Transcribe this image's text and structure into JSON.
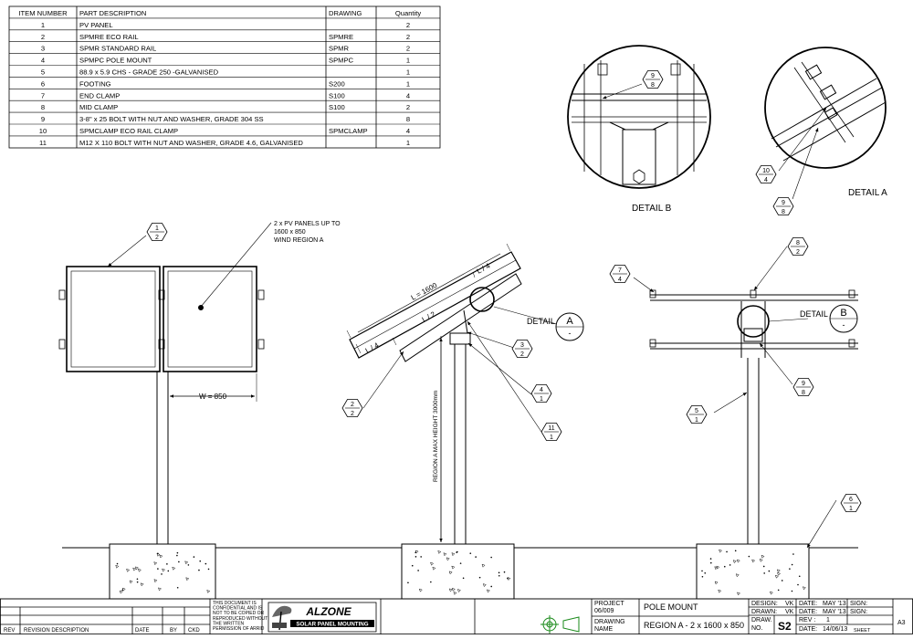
{
  "bom": {
    "headers": [
      "ITEM NUMBER",
      "PART DESCRIPTION",
      "DRAWING",
      "Quantity"
    ],
    "rows": [
      {
        "item": "1",
        "desc": "PV PANEL",
        "drawing": "",
        "qty": "2"
      },
      {
        "item": "2",
        "desc": "SPMRE ECO RAIL",
        "drawing": "SPMRE",
        "qty": "2"
      },
      {
        "item": "3",
        "desc": "SPMR STANDARD RAIL",
        "drawing": "SPMR",
        "qty": "2"
      },
      {
        "item": "4",
        "desc": "SPMPC POLE MOUNT",
        "drawing": "SPMPC",
        "qty": "1"
      },
      {
        "item": "5",
        "desc": "88.9 x 5.9 CHS - GRADE 250 -GALVANISED",
        "drawing": "",
        "qty": "1"
      },
      {
        "item": "6",
        "desc": "FOOTING",
        "drawing": "S200",
        "qty": "1"
      },
      {
        "item": "7",
        "desc": "END CLAMP",
        "drawing": "S100",
        "qty": "4"
      },
      {
        "item": "8",
        "desc": "MID CLAMP",
        "drawing": "S100",
        "qty": "2"
      },
      {
        "item": "9",
        "desc": "3-8\" x 25 BOLT WITH NUT AND WASHER, GRADE 304 SS",
        "drawing": "",
        "qty": "8"
      },
      {
        "item": "10",
        "desc": "SPMCLAMP ECO RAIL CLAMP",
        "drawing": "SPMCLAMP",
        "qty": "4"
      },
      {
        "item": "11",
        "desc": "M12 X 110 BOLT WITH NUT AND WASHER, GRADE 4.6, GALVANISED",
        "drawing": "",
        "qty": "1"
      }
    ]
  },
  "details": {
    "b_label": "DETAIL B",
    "a_label": "DETAIL A",
    "detail_word": "DETAIL",
    "a_letter": "A",
    "b_letter": "B",
    "dash": "-"
  },
  "notes": {
    "panels_line1": "2 x PV PANELS UP TO",
    "panels_line2": "1600 x 850",
    "panels_line3": "WIND REGION A",
    "width_dim": "W = 850",
    "length_dim": "L = 1600",
    "l4": "L / 4",
    "l2": "L / 2",
    "height_dim": "REGION A MAX HEIGHT 3000mm"
  },
  "balloons": {
    "b1": [
      "1",
      "2"
    ],
    "b2": [
      "2",
      "2"
    ],
    "b3": [
      "3",
      "2"
    ],
    "b4": [
      "4",
      "1"
    ],
    "b11": [
      "11",
      "1"
    ],
    "b7": [
      "7",
      "4"
    ],
    "b8": [
      "8",
      "2"
    ],
    "b9a": [
      "9",
      "8"
    ],
    "b9b": [
      "9",
      "8"
    ],
    "b9c": [
      "9",
      "8"
    ],
    "b10": [
      "10",
      "4"
    ],
    "b5": [
      "5",
      "1"
    ],
    "b6": [
      "6",
      "1"
    ]
  },
  "title_block": {
    "rev": "REV",
    "rev_desc": "REVISION DESCRIPTION",
    "date": "DATE",
    "by": "BY",
    "ckd": "CKD",
    "confidential": [
      "THIS DOCUMENT IS",
      "CONFIDENTIAL AND IS",
      "NOT TO BE COPIED OR",
      "REPRODUCED WITHOUT",
      "THE WRITTEN",
      "PERMISSION OF ARRID"
    ],
    "logo_name": "ALZONE",
    "logo_sub": "SOLAR PANEL MOUNTING",
    "project_label": "PROJECT",
    "project_no": "06/009",
    "project_name": "POLE MOUNT",
    "drawing_label1": "DRAWING",
    "drawing_label2": "NAME",
    "drawing_name": "REGION A - 2 x 1600 x 850",
    "design_label": "DESIGN:",
    "design_val": "VK",
    "drawn_label": "DRAWN:",
    "drawn_val": "VK",
    "date_label": "DATE:",
    "design_date": "MAY '13",
    "drawn_date": "MAY '13",
    "sign_label": "SIGN:",
    "draw_label1": "DRAW.",
    "draw_label2": "NO.",
    "draw_no": "S2",
    "rev_label": "REV :",
    "rev_val": "1",
    "sheet_date": "14/06/13",
    "sheet_label": "SHEET",
    "size": "A3"
  }
}
